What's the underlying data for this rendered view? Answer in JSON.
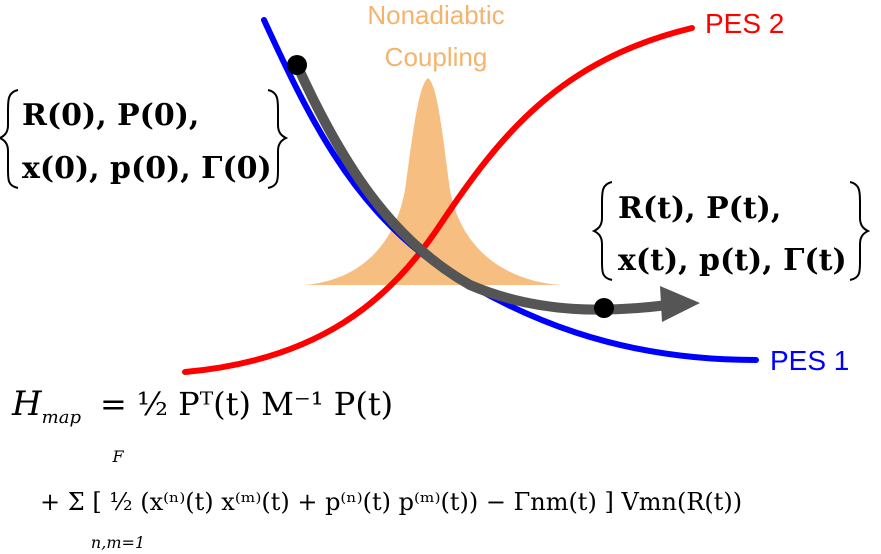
{
  "labels": {
    "coupling_line1": "Nonadiabtic",
    "coupling_line2": "Coupling",
    "pes2": "PES 2",
    "pes1": "PES 1"
  },
  "initial_state": {
    "line1": "R(0),  P(0),",
    "line2": "x(0),  p(0),  Γ(0)"
  },
  "final_state": {
    "line1": "R(t),  P(t),",
    "line2": "x(t),  p(t),  Γ(t)"
  },
  "hamiltonian": {
    "line1_lhs": "H",
    "line1_lhs_sub": "map",
    "line1_rhs": "= ½ Pᵀ(t) M⁻¹ P(t)",
    "line2": "+ Σ [ ½ (x⁽ⁿ⁾(t) x⁽ᵐ⁾(t) + p⁽ⁿ⁾(t) p⁽ᵐ⁾(t)) − Γnm(t) ] Vmn(R(t))",
    "sum_upper": "F",
    "sum_lower": "n,m=1"
  },
  "colors": {
    "pes1": "#0000ff",
    "pes2": "#ff0000",
    "coupling": "#f5b36b",
    "trajectory": "#555555",
    "dot": "#000000"
  }
}
